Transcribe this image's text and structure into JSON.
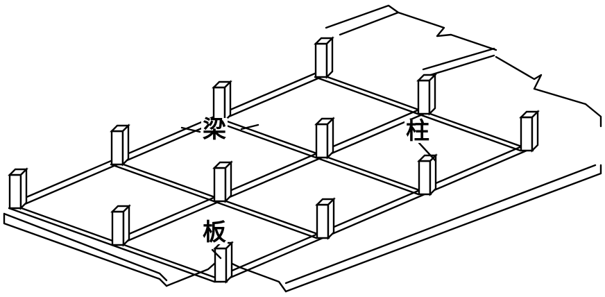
{
  "diagram": {
    "labels": {
      "beam": "梁",
      "column": "柱",
      "slab": "板"
    },
    "colors": {
      "line": "#000000",
      "background": "#ffffff"
    }
  }
}
